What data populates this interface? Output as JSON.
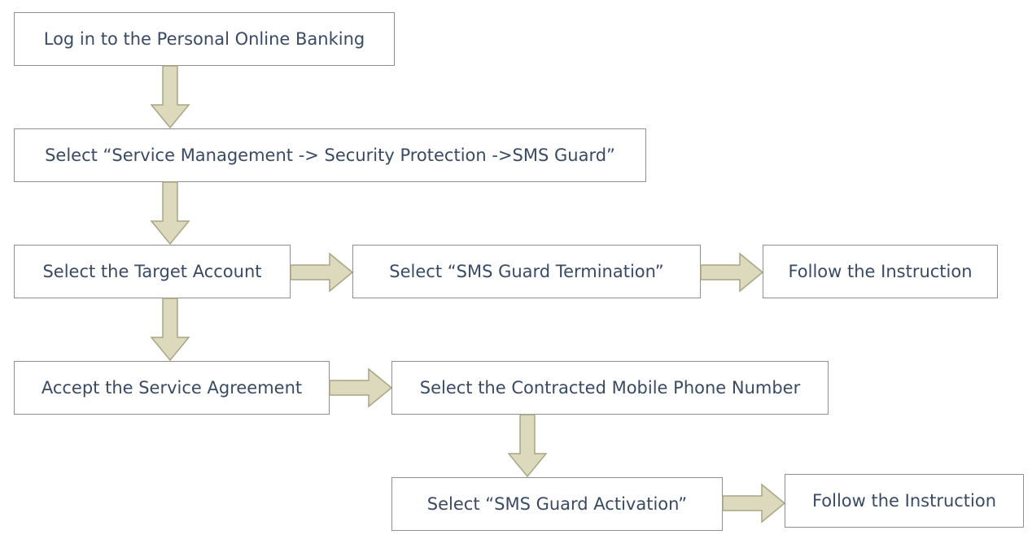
{
  "steps": {
    "login": "Log in to the Personal Online Banking",
    "select_menu": "Select “Service Management -> Security Protection ->SMS Guard”",
    "select_account": "Select the Target Account",
    "select_termination": "Select “SMS Guard Termination”",
    "follow_instruction_1": "Follow the Instruction",
    "accept_agreement": "Accept the Service Agreement",
    "select_phone": "Select the Contracted Mobile Phone Number",
    "select_activation": "Select “SMS Guard Activation”",
    "follow_instruction_2": "Follow the Instruction"
  },
  "colors": {
    "box_border": "#8f8f8f",
    "text": "#3a4a63",
    "arrow_fill": "#dcd9bd",
    "arrow_stroke": "#a8a586"
  }
}
